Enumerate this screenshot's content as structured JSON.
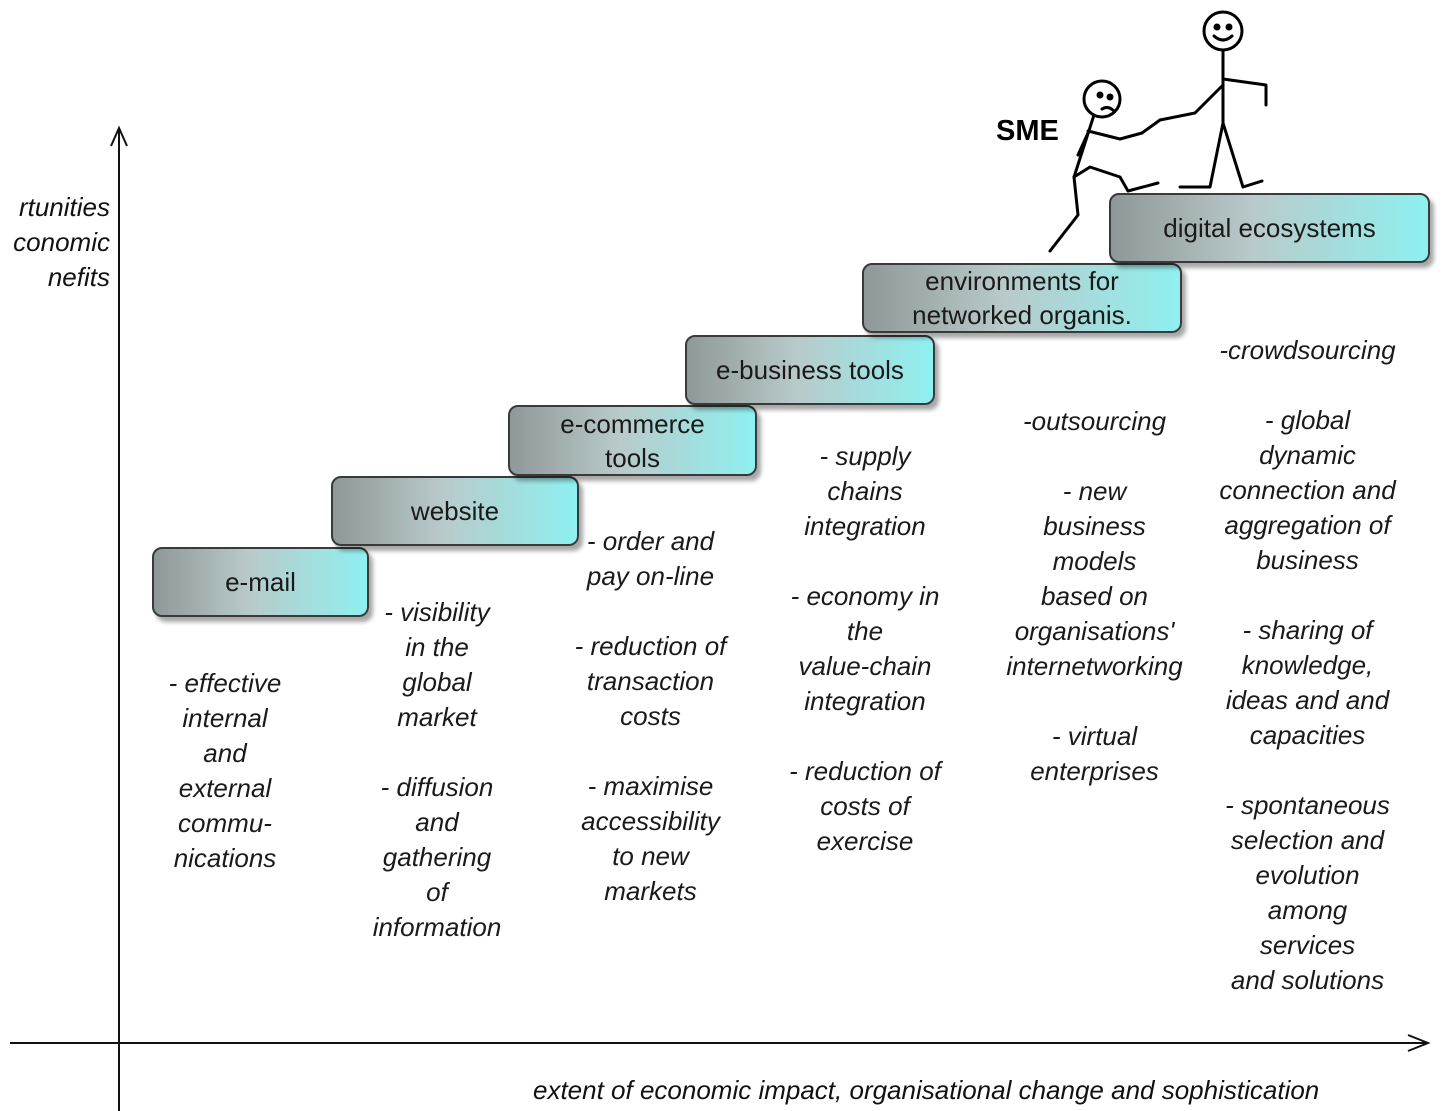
{
  "axes": {
    "y_label_lines": [
      "rtunities",
      "conomic",
      "nefits"
    ],
    "x_label": "extent of economic impact, organisational change and sophistication"
  },
  "figure": {
    "sme_label": "SME"
  },
  "steps": [
    {
      "label": "e-mail"
    },
    {
      "label": "website"
    },
    {
      "label": "e-commerce\ntools"
    },
    {
      "label": "e-business tools"
    },
    {
      "label": "environments for\nnetworked organis."
    },
    {
      "label": "digital ecosystems"
    }
  ],
  "benefits": [
    [
      "- effective\ninternal\nand\nexternal\ncommu-\nnications"
    ],
    [
      "- visibility\nin the\nglobal\nmarket",
      "- diffusion\nand\ngathering\nof\ninformation"
    ],
    [
      "- order and\npay on-line",
      "- reduction of\ntransaction\ncosts",
      "- maximise\naccessibility\nto new\nmarkets"
    ],
    [
      "- supply\nchains\nintegration",
      "- economy in\nthe\nvalue-chain\nintegration",
      "- reduction of\ncosts of\nexercise"
    ],
    [
      "-outsourcing",
      "- new\nbusiness\nmodels\nbased on\norganisations'\ninternetworking",
      "- virtual\nenterprises"
    ],
    [
      "-crowdsourcing",
      "- global\ndynamic\nconnection and\naggregation of\nbusiness",
      "- sharing of\nknowledge,\nideas and and\ncapacities",
      "- spontaneous\nselection and\nevolution\namong\nservices\nand solutions"
    ]
  ]
}
